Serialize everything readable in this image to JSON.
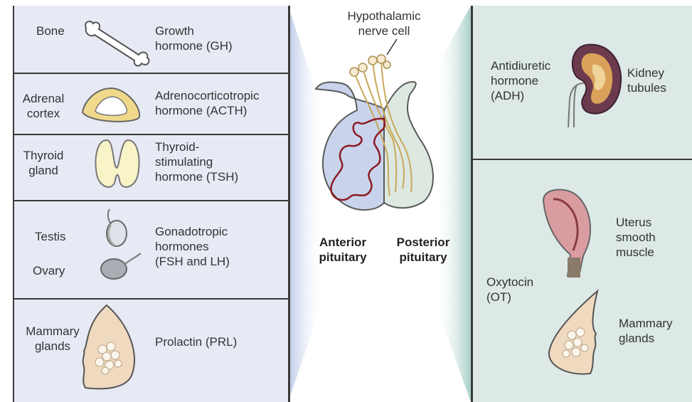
{
  "left": {
    "rows": [
      {
        "target": "Bone",
        "hormone": [
          "Growth",
          "hormone (GH)"
        ]
      },
      {
        "target": [
          "Adrenal",
          "cortex"
        ],
        "hormone": [
          "Adrenocorticotropic",
          "hormone (ACTH)"
        ]
      },
      {
        "target": [
          "Thyroid",
          "gland"
        ],
        "hormone": [
          "Thyroid-",
          "stimulating",
          "hormone (TSH)"
        ]
      },
      {
        "targets": [
          "Testis",
          "Ovary"
        ],
        "hormone": [
          "Gonadotropic",
          "hormones",
          "(FSH and LH)"
        ]
      },
      {
        "target": [
          "Mammary",
          "glands"
        ],
        "hormone": [
          "Prolactin (PRL)"
        ]
      }
    ]
  },
  "center": {
    "title": [
      "Hypothalamic",
      "nerve cell"
    ],
    "anterior": [
      "Anterior",
      "pituitary"
    ],
    "posterior": [
      "Posterior",
      "pituitary"
    ]
  },
  "right": {
    "adh": {
      "hormone": [
        "Antidiuretic",
        "hormone",
        "(ADH)"
      ],
      "target": [
        "Kidney",
        "tubules"
      ]
    },
    "ot": {
      "hormone": [
        "Oxytocin",
        "(OT)"
      ],
      "uterus": [
        "Uterus",
        "smooth",
        "muscle"
      ],
      "mammary": [
        "Mammary",
        "glands"
      ]
    }
  }
}
